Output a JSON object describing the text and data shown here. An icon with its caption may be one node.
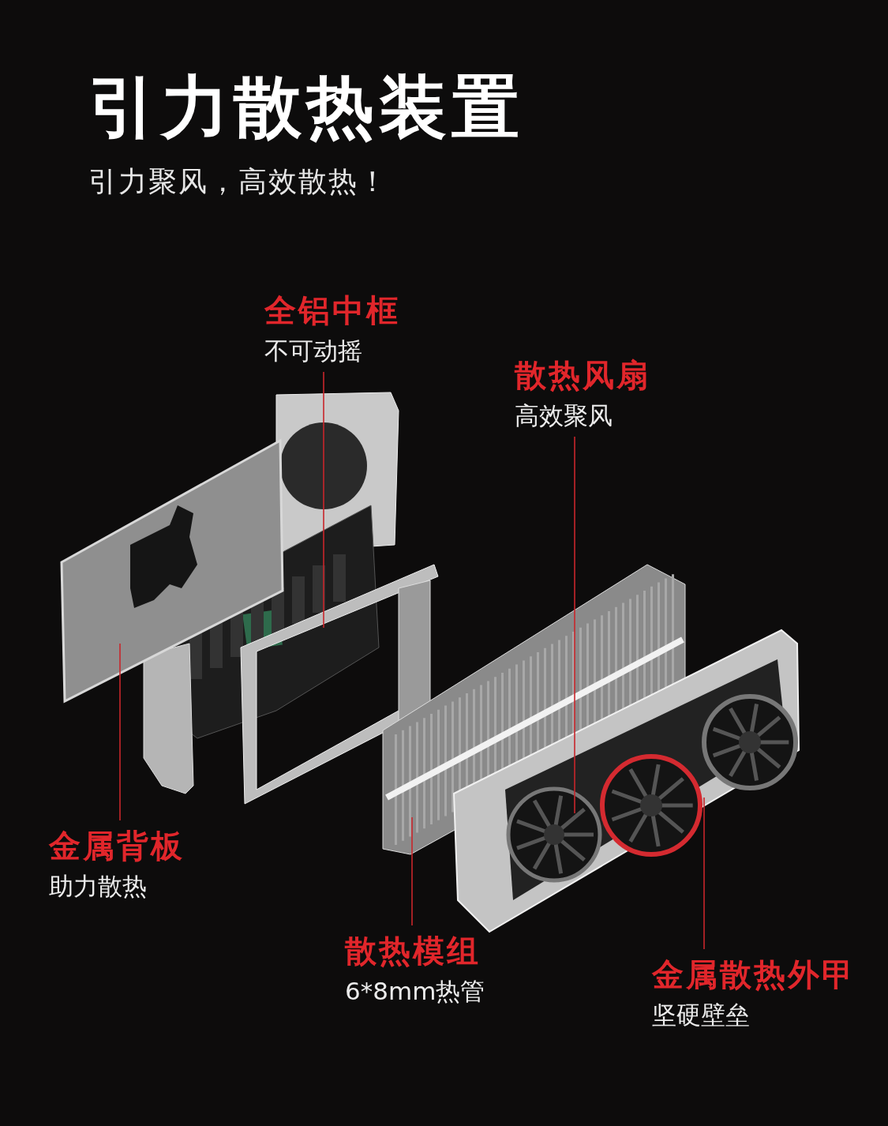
{
  "diagram": {
    "title": "引力散热装置",
    "nodes": [
      {
        "text": [
          "全铝中框",
          "不可动摇"
        ]
      },
      {
        "text": [
          "散热风扇",
          "高效聚风"
        ]
      },
      {
        "text": [
          "金属背板",
          "助力散热"
        ]
      },
      {
        "text": [
          "散热模组",
          "6*8mm热管"
        ]
      },
      {
        "text": [
          "金属散热外甲",
          "坚硬壁垒"
        ]
      },
      {
        "text": [],
        "shape": "picture"
      },
      {
        "text": [],
        "shape": "picture"
      },
      {
        "text": [],
        "shape": "picture"
      },
      {
        "text": [],
        "shape": "picture"
      },
      {
        "text": [],
        "shape": "picture",
        "in": 8
      }
    ],
    "edges": [
      {
        "from": 0,
        "to": 6,
        "arrow": "none"
      },
      {
        "from": 1,
        "to": 9,
        "arrow": "none"
      },
      {
        "from": 2,
        "to": 5,
        "arrow": "none"
      },
      {
        "from": 3,
        "to": 7,
        "arrow": "none"
      },
      {
        "from": 4,
        "to": 8,
        "arrow": "none"
      }
    ],
    "labels": [
      "引力聚风，高效散热！"
    ]
  }
}
